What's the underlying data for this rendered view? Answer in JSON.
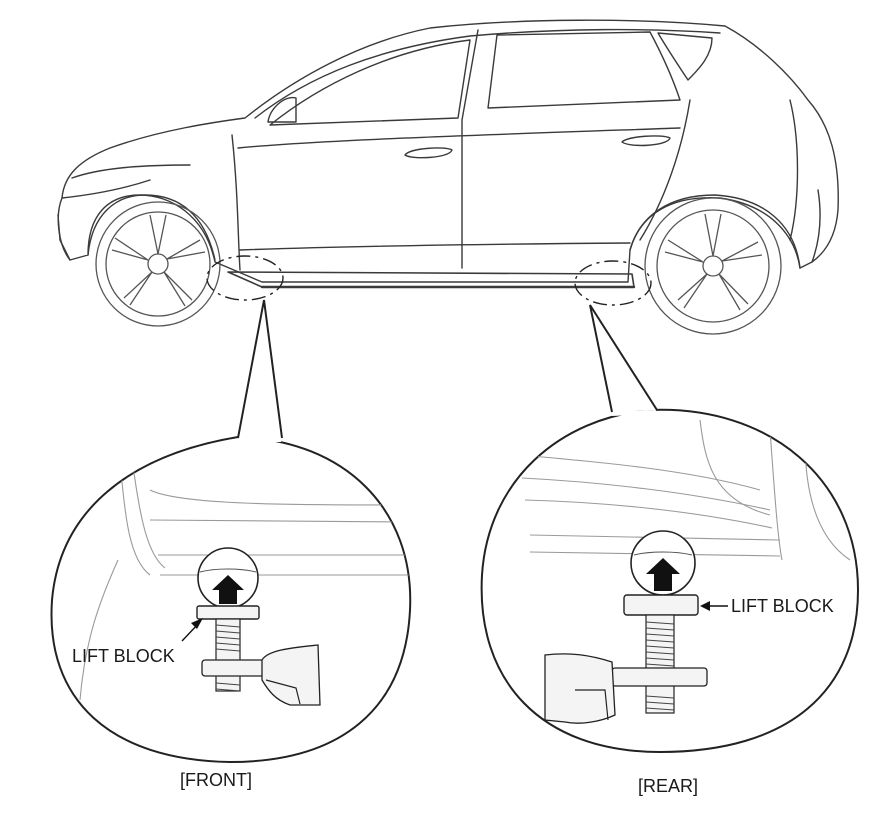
{
  "labels": {
    "front_lift_block": "LIFT BLOCK",
    "rear_lift_block": "LIFT BLOCK",
    "front_caption": "[FRONT]",
    "rear_caption": "[REAR]"
  }
}
